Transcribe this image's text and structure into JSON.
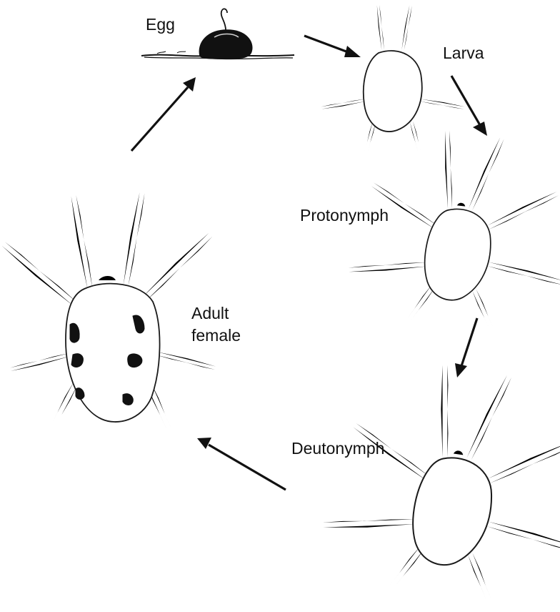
{
  "diagram": {
    "stages": [
      {
        "id": "egg",
        "label": "Egg"
      },
      {
        "id": "larva",
        "label": "Larva"
      },
      {
        "id": "protonymph",
        "label": "Protonymph"
      },
      {
        "id": "deutonymph",
        "label": "Deutonymph"
      },
      {
        "id": "adult",
        "label_line1": "Adult",
        "label_line2": "female"
      }
    ],
    "cycle": [
      "egg",
      "larva",
      "protonymph",
      "deutonymph",
      "adult",
      "egg"
    ],
    "colors": {
      "ink": "#111111",
      "background": "#ffffff"
    }
  }
}
